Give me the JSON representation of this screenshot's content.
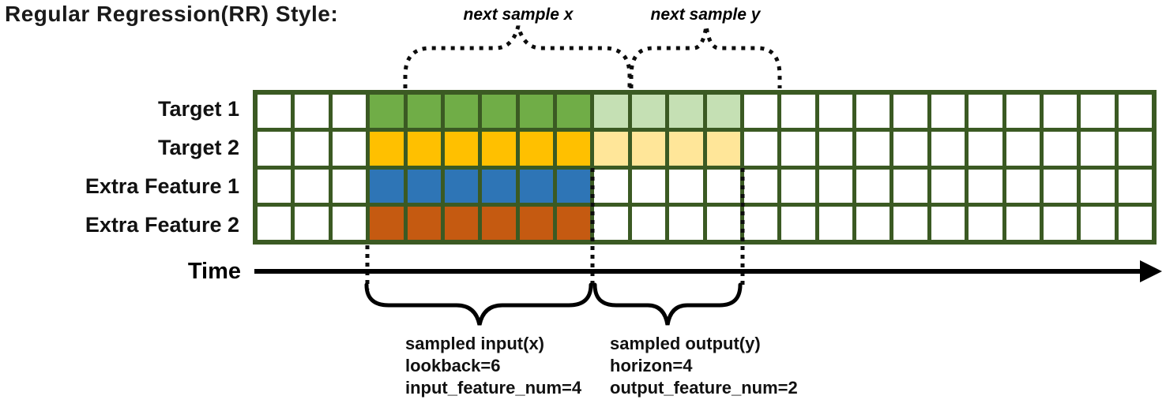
{
  "title": "Regular Regression(RR) Style:",
  "annotations": {
    "next_sample_x": "next sample x",
    "next_sample_y": "next sample y"
  },
  "grid": {
    "total_columns": 24,
    "lead_empty_columns": 3,
    "input_columns": 6,
    "output_columns": 4,
    "border_color": "#3B5A23",
    "cell_color": "#FFFFFF",
    "rows": [
      {
        "label": "Target 1",
        "input_color": "#70AD47",
        "output_color": "#C5E0B4"
      },
      {
        "label": "Target 2",
        "input_color": "#FFC000",
        "output_color": "#FFE699"
      },
      {
        "label": "Extra Feature 1",
        "input_color": "#2E75B6",
        "output_color": null
      },
      {
        "label": "Extra Feature 2",
        "input_color": "#C55A11",
        "output_color": null
      }
    ]
  },
  "axis": {
    "label": "Time"
  },
  "captions": {
    "input": {
      "lines": [
        "sampled input(x)",
        "lookback=6",
        "input_feature_num=4"
      ]
    },
    "output": {
      "lines": [
        "sampled output(y)",
        "horizon=4",
        "output_feature_num=2"
      ]
    }
  }
}
